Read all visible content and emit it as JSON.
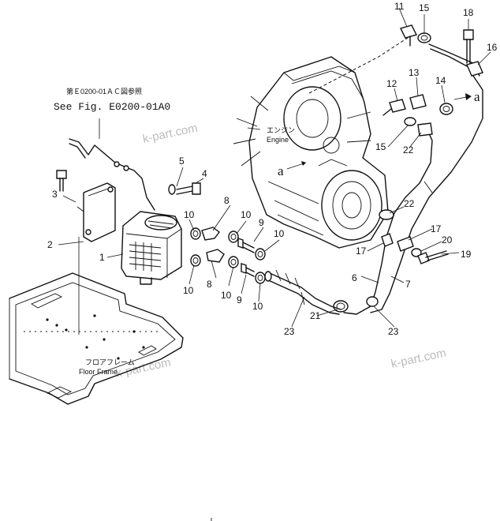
{
  "reference": {
    "jp": "第Ｅ0200-01ＡＣ図参照",
    "en": "See Fig. E0200-01A0"
  },
  "engine_label": {
    "jp": "エンジン",
    "en": "Engine"
  },
  "floor_label": {
    "jp": "フロアフレーム",
    "en": "Floor Frame"
  },
  "view_marker": "a",
  "watermark": "k-part.com",
  "part_numbers": [
    "1",
    "2",
    "3",
    "4",
    "5",
    "6",
    "7",
    "8",
    "8",
    "9",
    "9",
    "10",
    "10",
    "10",
    "10",
    "10",
    "10",
    "11",
    "12",
    "13",
    "14",
    "15",
    "15",
    "16",
    "17",
    "17",
    "18",
    "19",
    "20",
    "21",
    "22",
    "22",
    "23",
    "23"
  ]
}
